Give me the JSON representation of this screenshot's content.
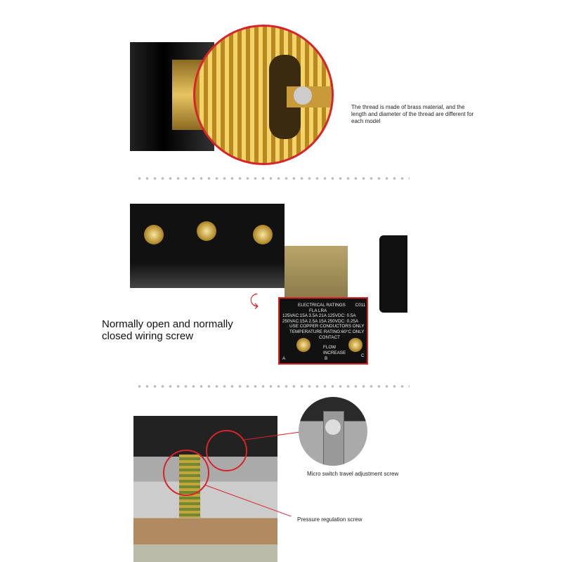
{
  "captions": {
    "thread": "The thread is made of brass material, and the length and diameter of the thread are different for each model",
    "wiring": "Normally open and normally closed wiring screw",
    "micro_switch": "Micro switch travel adjustment screw",
    "pressure": "Pressure regulation screw"
  },
  "label": {
    "title": "ELECTRICAL RATINGS",
    "code": "C011",
    "cols": "FLA   LRA",
    "line1": "125VAC:15A 3.5A  21A 125VDC: 0.5A",
    "line2": "250VAC:15A 2.5A  15A 250VDC: 0.25A",
    "line3": "USE COPPER CONDUCTORS ONLY",
    "line4": "TEMPERATURE RATING:60°C ONLY",
    "flow": "FLOW",
    "contact": "CONTACT",
    "flow_increase": "FLOW INCREASE",
    "a": "A",
    "b": "B",
    "c": "C"
  },
  "colors": {
    "accent": "#d8232a",
    "brass": "#c9a23a"
  }
}
